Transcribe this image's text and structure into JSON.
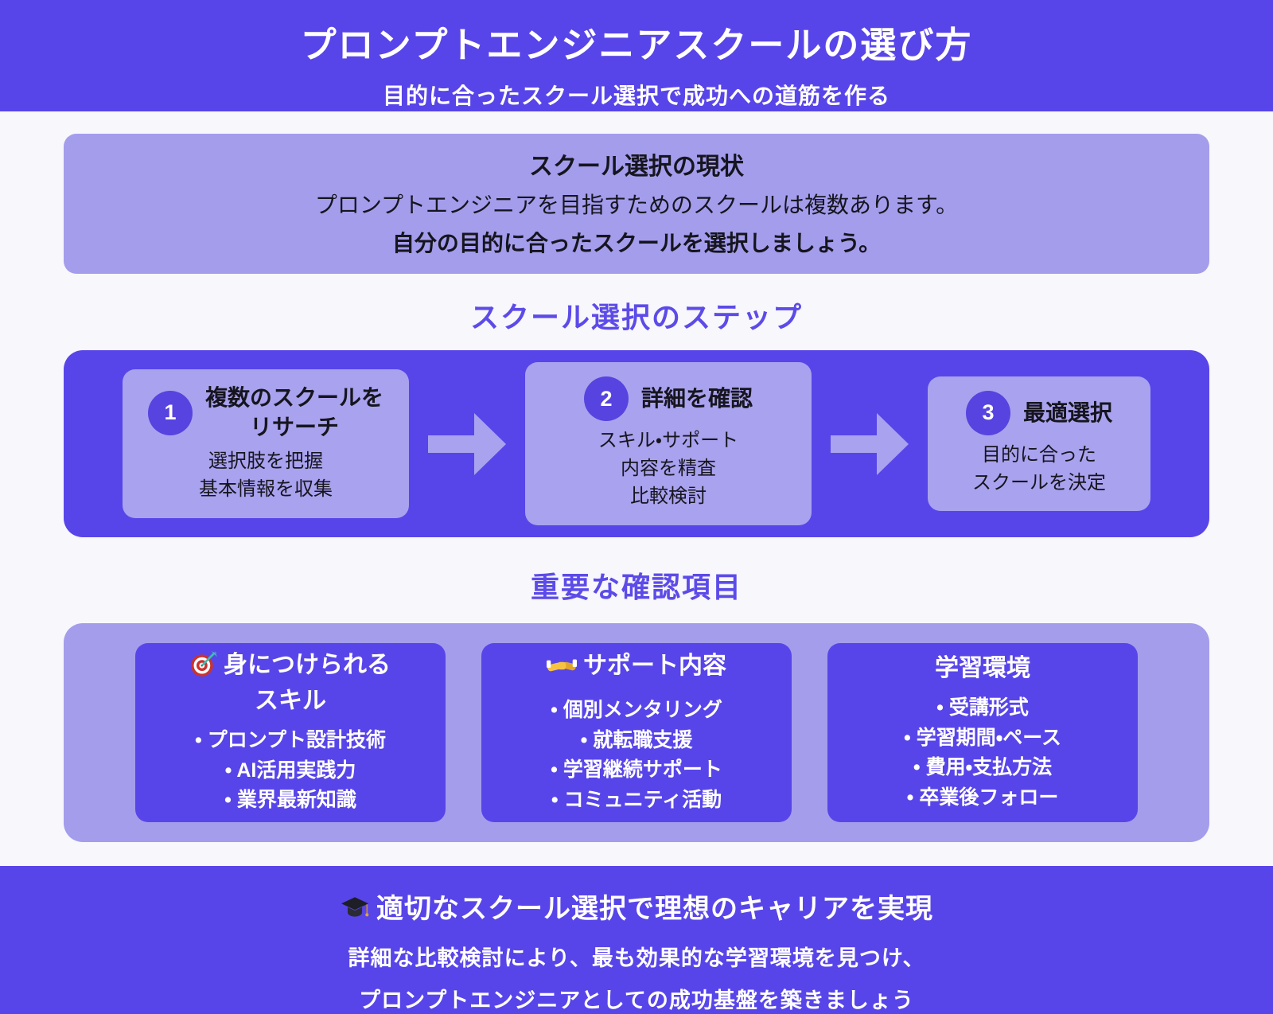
{
  "header": {
    "title": "プロンプトエンジニアスクールの選び方",
    "subtitle": "目的に合ったスクール選択で成功への道筋を作る"
  },
  "status_box": {
    "title": "スクール選択の現状",
    "line_normal": "プロンプトエンジニアを目指すためのスクールは複数あります。",
    "line_bold": "自分の目的に合ったスクールを選択しましょう。"
  },
  "steps_section": {
    "heading": "スクール選択のステップ",
    "steps": [
      {
        "number": "1",
        "title": "複数のスクールを\nリサーチ",
        "body": "選択肢を把握\n基本情報を収集"
      },
      {
        "number": "2",
        "title": "詳細を確認",
        "body": "スキル・サポート\n内容を精査\n比較検討"
      },
      {
        "number": "3",
        "title": "最適選択",
        "body": "目的に合った\nスクールを決定"
      }
    ]
  },
  "checks_section": {
    "heading": "重要な確認項目",
    "cards": [
      {
        "icon": "dart-target-emoji",
        "title": "身につけられる\nスキル",
        "items": [
          "• プロンプト設計技術",
          "• AI活用実践力",
          "• 業界最新知識"
        ]
      },
      {
        "icon": "handshake-emoji",
        "title": "サポート内容",
        "items": [
          "• 個別メンタリング",
          "• 就転職支援",
          "• 学習継続サポート",
          "• コミュニティ活動"
        ]
      },
      {
        "icon": "none",
        "title": "学習環境",
        "items": [
          "• 受講形式",
          "• 学習期間・ペース",
          "• 費用・支払方法",
          "• 卒業後フォロー"
        ]
      }
    ]
  },
  "footer": {
    "icon": "graduation-cap-emoji",
    "title": "適切なスクール選択で理想のキャリアを実現",
    "line1": "詳細な比較検討により、最も効果的な学習環境を見つけ、",
    "line2": "プロンプトエンジニアとしての成功基盤を築きましょう"
  },
  "colors": {
    "primary_purple": "#5845E9",
    "light_purple": "#A49DEC",
    "page_background": "#F7F7FC",
    "heading_text": "#5C4BE8",
    "dark_text": "#16151F",
    "white_text": "#FFFFFF"
  }
}
